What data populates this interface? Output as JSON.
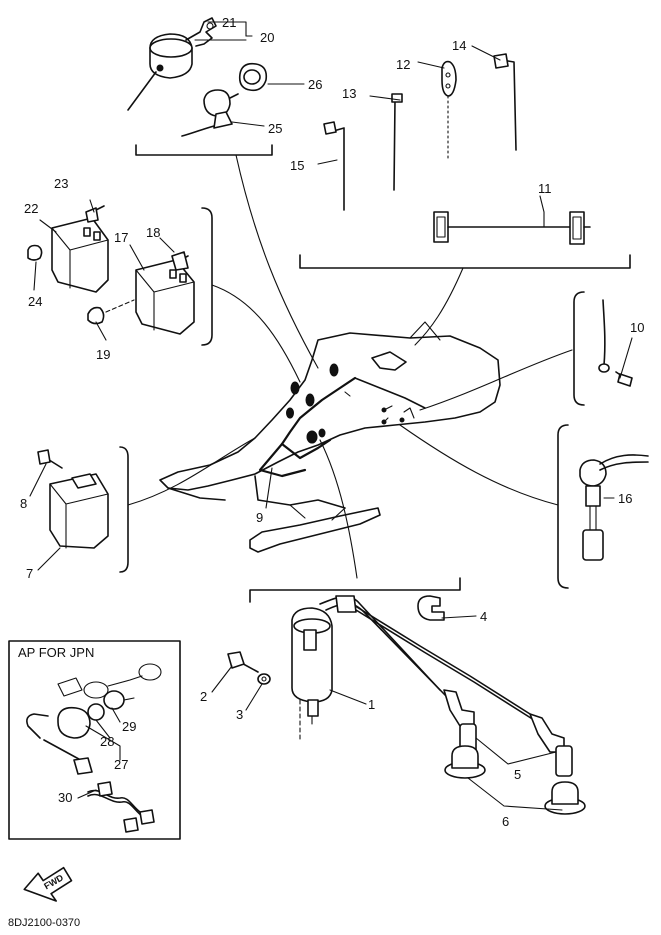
{
  "diagram": {
    "document_code": "8DJ2100-0370",
    "inset_title": "AP  FOR JPN",
    "fwd_label": "FWD",
    "callouts": {
      "c1": "1",
      "c2": "2",
      "c3": "3",
      "c4": "4",
      "c5": "5",
      "c6": "6",
      "c7": "7",
      "c8": "8",
      "c9": "9",
      "c10": "10",
      "c11": "11",
      "c12": "12",
      "c13": "13",
      "c14": "14",
      "c15": "15",
      "c16": "16",
      "c17": "17",
      "c18": "18",
      "c19": "19",
      "c20": "20",
      "c21": "21",
      "c22": "22",
      "c23": "23",
      "c24": "24",
      "c25": "25",
      "c26": "26",
      "c27": "27",
      "c28": "28",
      "c29": "29",
      "c30": "30"
    }
  }
}
